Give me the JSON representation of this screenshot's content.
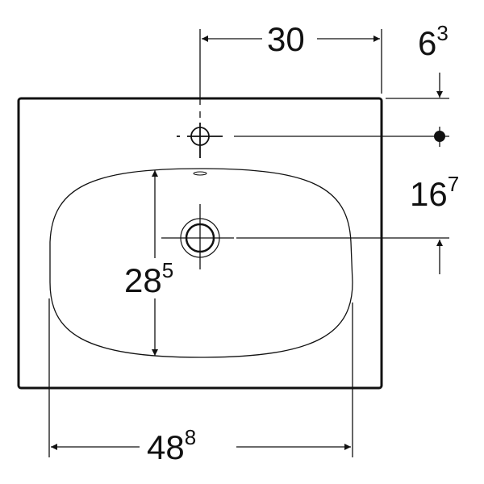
{
  "dimensions": {
    "tap_to_edge": {
      "main": "30",
      "sup": ""
    },
    "tap_from_back": {
      "main": "6",
      "sup": "3"
    },
    "tap_to_drain": {
      "main": "16",
      "sup": "7"
    },
    "bowl_depth": {
      "main": "28",
      "sup": "5"
    },
    "bowl_width": {
      "main": "48",
      "sup": "8"
    }
  }
}
